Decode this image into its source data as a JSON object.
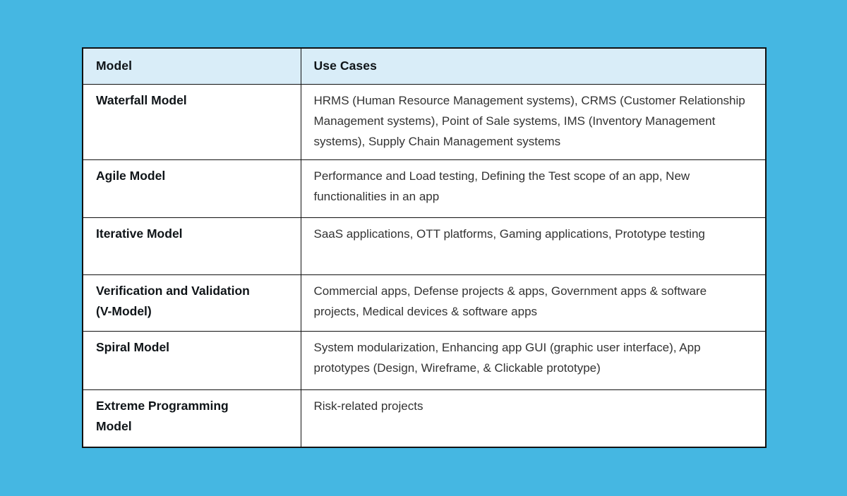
{
  "colors": {
    "page_background": "#45b7e2",
    "header_background": "#d9edf8",
    "row_background": "#ffffff",
    "border": "#111111",
    "heading_text": "#0f1418",
    "body_text": "#333333"
  },
  "chart_data": {
    "type": "table",
    "title": "",
    "columns": [
      "Model",
      "Use Cases"
    ],
    "rows": [
      [
        "Waterfall Model",
        "HRMS (Human Resource Management systems), CRMS (Customer Relationship Management systems), Point of Sale systems, IMS (Inventory Management systems), Supply Chain Management systems"
      ],
      [
        "Agile Model",
        "Performance and Load testing, Defining the Test scope of an app, New functionalities in an app"
      ],
      [
        "Iterative Model",
        "SaaS applications, OTT platforms, Gaming applications, Prototype testing"
      ],
      [
        "Verification and Validation\n(V-Model)",
        "Commercial apps, Defense projects & apps, Government apps & software projects, Medical devices & software apps"
      ],
      [
        "Spiral Model",
        "System modularization, Enhancing app GUI (graphic user interface), App prototypes (Design, Wireframe, & Clickable prototype)"
      ],
      [
        "Extreme Programming\nModel",
        "Risk-related projects"
      ]
    ]
  }
}
